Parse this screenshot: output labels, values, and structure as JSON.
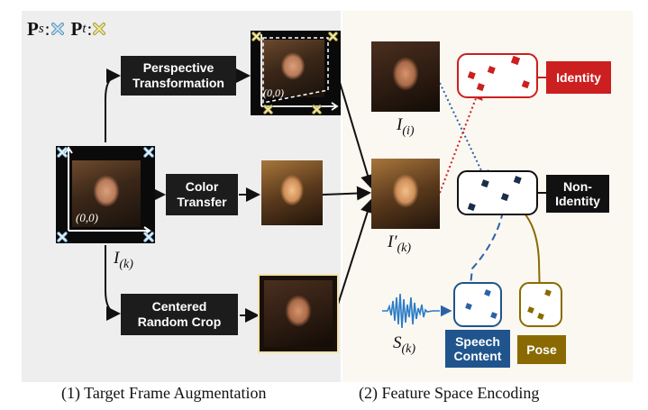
{
  "legend": {
    "ps": "P",
    "ps_sub": "s",
    "pt": "P",
    "pt_sub": "t"
  },
  "colors": {
    "ps_marker": "#9ccbe8",
    "pt_marker": "#ddd48a",
    "identity": "#cc1f1f",
    "non_identity": "#111111",
    "speech": "#20548d",
    "pose": "#8a6a00",
    "crop_frame": "#f4e3a8"
  },
  "boxes": {
    "perspective": "Perspective\nTransformation",
    "color": "Color\nTransfer",
    "crop": "Centered\nRandom Crop",
    "identity": "Identity",
    "non_identity": "Non-\nIdentity",
    "speech": "Speech\nContent",
    "pose": "Pose"
  },
  "labels": {
    "origin": "(0,0)",
    "origin_warp": "(0,0)",
    "ik_base": "I",
    "ik_sub": "(k)",
    "ii_base": "I",
    "ii_sub": "(i)",
    "ipk_base": "I′",
    "ipk_sub": "(k)",
    "sk_base": "S",
    "sk_sub": "(k)"
  },
  "captions": {
    "left": "(1) Target Frame Augmentation",
    "right": "(2) Feature Space Encoding"
  }
}
